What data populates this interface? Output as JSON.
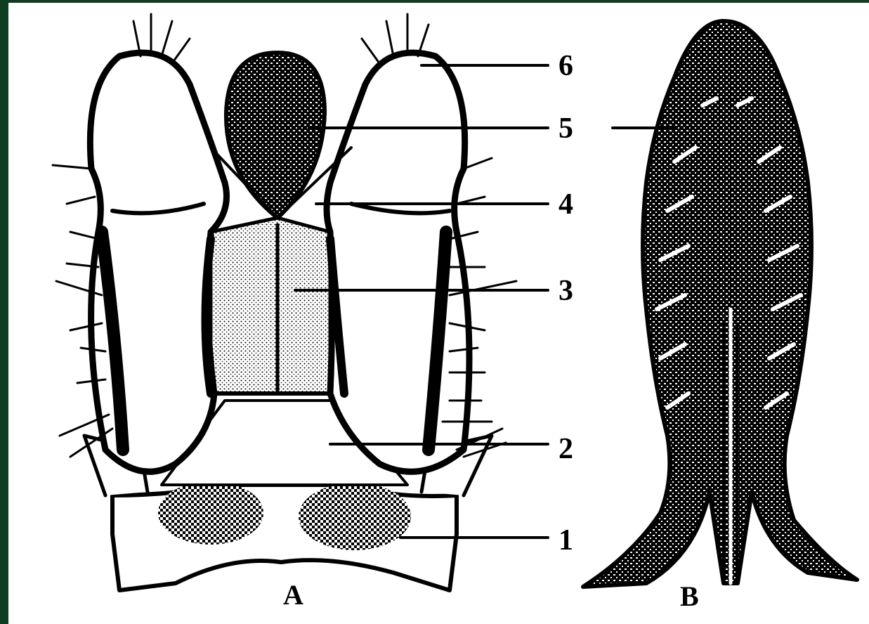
{
  "colors": {
    "frame": "#0f3d22",
    "ink": "#000000",
    "paper": "#ffffff"
  },
  "figures": [
    {
      "label": "A"
    },
    {
      "label": "B"
    }
  ],
  "callouts": [
    {
      "number": "6"
    },
    {
      "number": "5"
    },
    {
      "number": "4"
    },
    {
      "number": "3"
    },
    {
      "number": "2"
    },
    {
      "number": "1"
    }
  ]
}
